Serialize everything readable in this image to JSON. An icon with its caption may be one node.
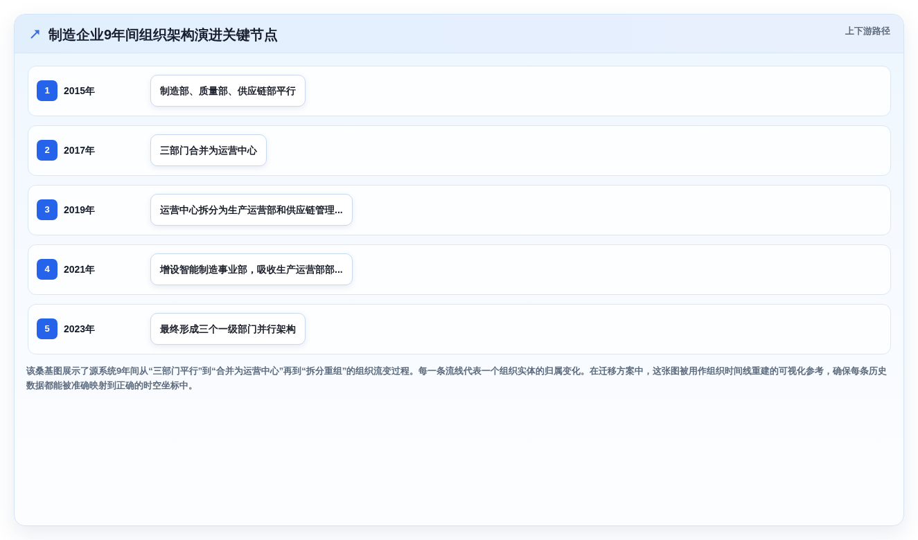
{
  "diagram": {
    "title": "制造企业9年间组织架构演进关键节点",
    "nodes": [
      {
        "text": [
          "2015年"
        ]
      },
      {
        "text": [
          "1"
        ],
        "in": 0
      },
      {
        "text": [
          "制造部、质量部、供应链部平行"
        ],
        "in": 0
      },
      {
        "text": [
          "2017年"
        ]
      },
      {
        "text": [
          "2"
        ],
        "in": 3
      },
      {
        "text": [
          "三部门合并为运营中心"
        ],
        "in": 3
      },
      {
        "text": [
          "2019年"
        ]
      },
      {
        "text": [
          "3"
        ],
        "in": 6
      },
      {
        "text": [
          "运营中心拆分为生产运营部和供应链管理..."
        ],
        "in": 6
      },
      {
        "text": [
          "2021年"
        ]
      },
      {
        "text": [
          "4"
        ],
        "in": 9
      },
      {
        "text": [
          "增设智能制造事业部，吸收生产运营部部..."
        ],
        "in": 9
      },
      {
        "text": [
          "2023年"
        ]
      },
      {
        "text": [
          "5"
        ],
        "in": 12
      },
      {
        "text": [
          "最终形成三个一级部门并行架构"
        ],
        "in": 12
      }
    ],
    "labels": [
      "上下游路径"
    ],
    "caption": "该桑基图展示了源系统9年间从“三部门平行”到“合并为运营中心”再到“拆分重组”的组织流变过程。每一条流线代表一个组织实体的归属变化。在迁移方案中，这张图被用作组织时间线重建的可视化参考，确保每条历史数据都能被准确映射到正确的时空坐标中。"
  }
}
